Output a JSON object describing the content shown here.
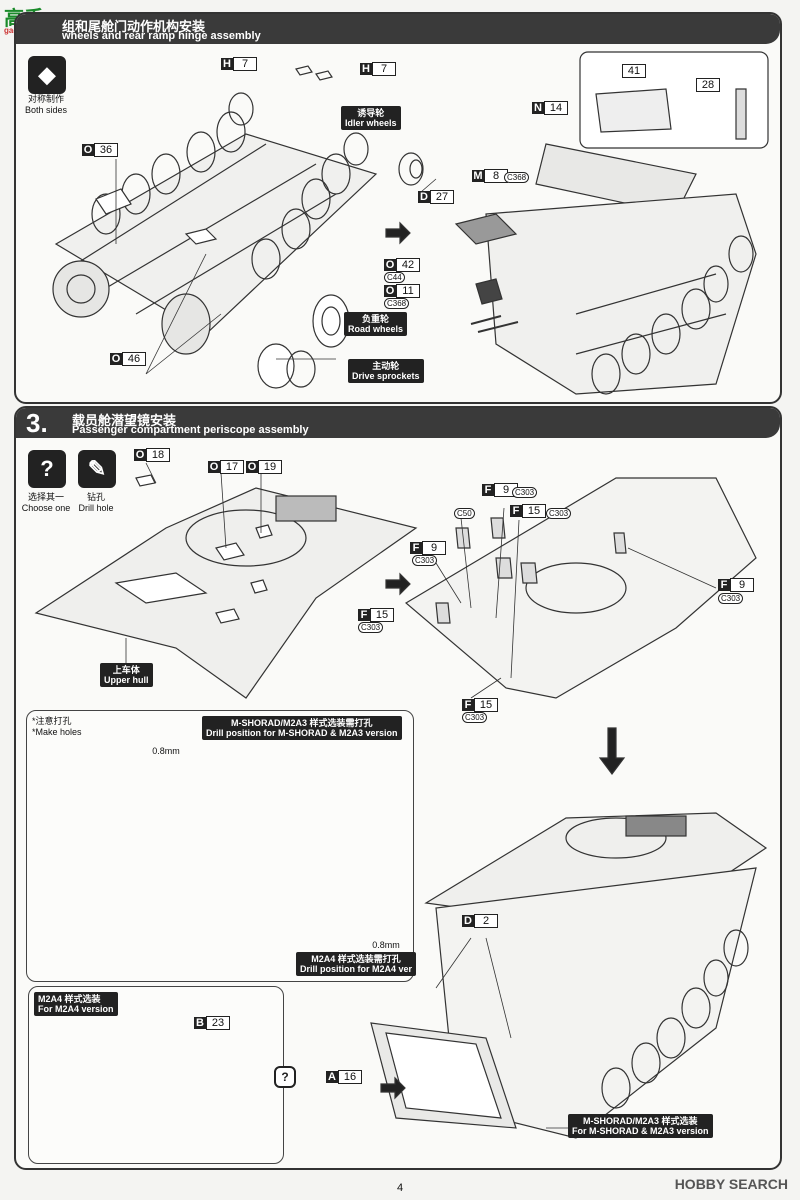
{
  "watermark": {
    "top": "高手",
    "top_sub": "gao-shou.com",
    "bottom": "HOBBY SEARCH"
  },
  "step2": {
    "cn": "组和尾舱门动作机构安装",
    "en": "wheels and rear ramp hinge assembly",
    "both_cn": "对称制作",
    "both_en": "Both sides",
    "idler_cn": "诱导轮",
    "idler_en": "Idler wheels",
    "road_cn": "负重轮",
    "road_en": "Road wheels",
    "drive_cn": "主动轮",
    "drive_en": "Drive sprockets",
    "parts": [
      {
        "l": "H",
        "n": "7"
      },
      {
        "l": "H",
        "n": "7"
      },
      {
        "l": "O",
        "n": "36"
      },
      {
        "l": "O",
        "n": "46"
      },
      {
        "l": "D",
        "n": "27"
      },
      {
        "l": "M",
        "n": "8"
      },
      {
        "l": "N",
        "n": "14"
      },
      {
        "l": "O",
        "n": "42"
      },
      {
        "l": "O",
        "n": "11"
      },
      {
        "l": "",
        "n": "41"
      },
      {
        "l": "",
        "n": "28"
      }
    ],
    "glue": [
      "C368",
      "C44",
      "C368"
    ]
  },
  "step3": {
    "num": "3.",
    "cn": "载员舱潜望镜安装",
    "en": "Passenger compartment periscope assembly",
    "choose_cn": "选择其一",
    "choose_en": "Choose one",
    "drill_cn": "钻孔",
    "drill_en": "Drill hole",
    "upper_cn": "上车体",
    "upper_en": "Upper hull",
    "parts": [
      {
        "l": "O",
        "n": "18"
      },
      {
        "l": "O",
        "n": "17"
      },
      {
        "l": "O",
        "n": "19"
      },
      {
        "l": "F",
        "n": "9"
      },
      {
        "l": "F",
        "n": "15"
      },
      {
        "l": "F",
        "n": "9"
      },
      {
        "l": "F",
        "n": "9"
      },
      {
        "l": "F",
        "n": "15"
      },
      {
        "l": "F",
        "n": "15"
      },
      {
        "l": "D",
        "n": "2"
      },
      {
        "l": "B",
        "n": "23"
      },
      {
        "l": "A",
        "n": "16"
      }
    ],
    "glue": [
      "C303",
      "C50",
      "C303",
      "C303",
      "C303",
      "C303",
      "C303"
    ],
    "holes_cn": "*注意打孔",
    "holes_en": "*Make holes",
    "ms_cn": "M-SHORAD/M2A3 样式选装需打孔",
    "ms_en": "Drill position for M-SHORAD & M2A3 version",
    "m4_cn": "M2A4 样式选装需打孔",
    "m4_en": "Drill position for M2A4 ver",
    "d1": "0.8mm",
    "d2": "0.8mm",
    "opt4_cn": "M2A4 样式选装",
    "opt4_en": "For M2A4 version",
    "optm_cn": "M-SHORAD/M2A3 样式选装",
    "optm_en": "For M-SHORAD & M2A3 version"
  },
  "page": "4"
}
